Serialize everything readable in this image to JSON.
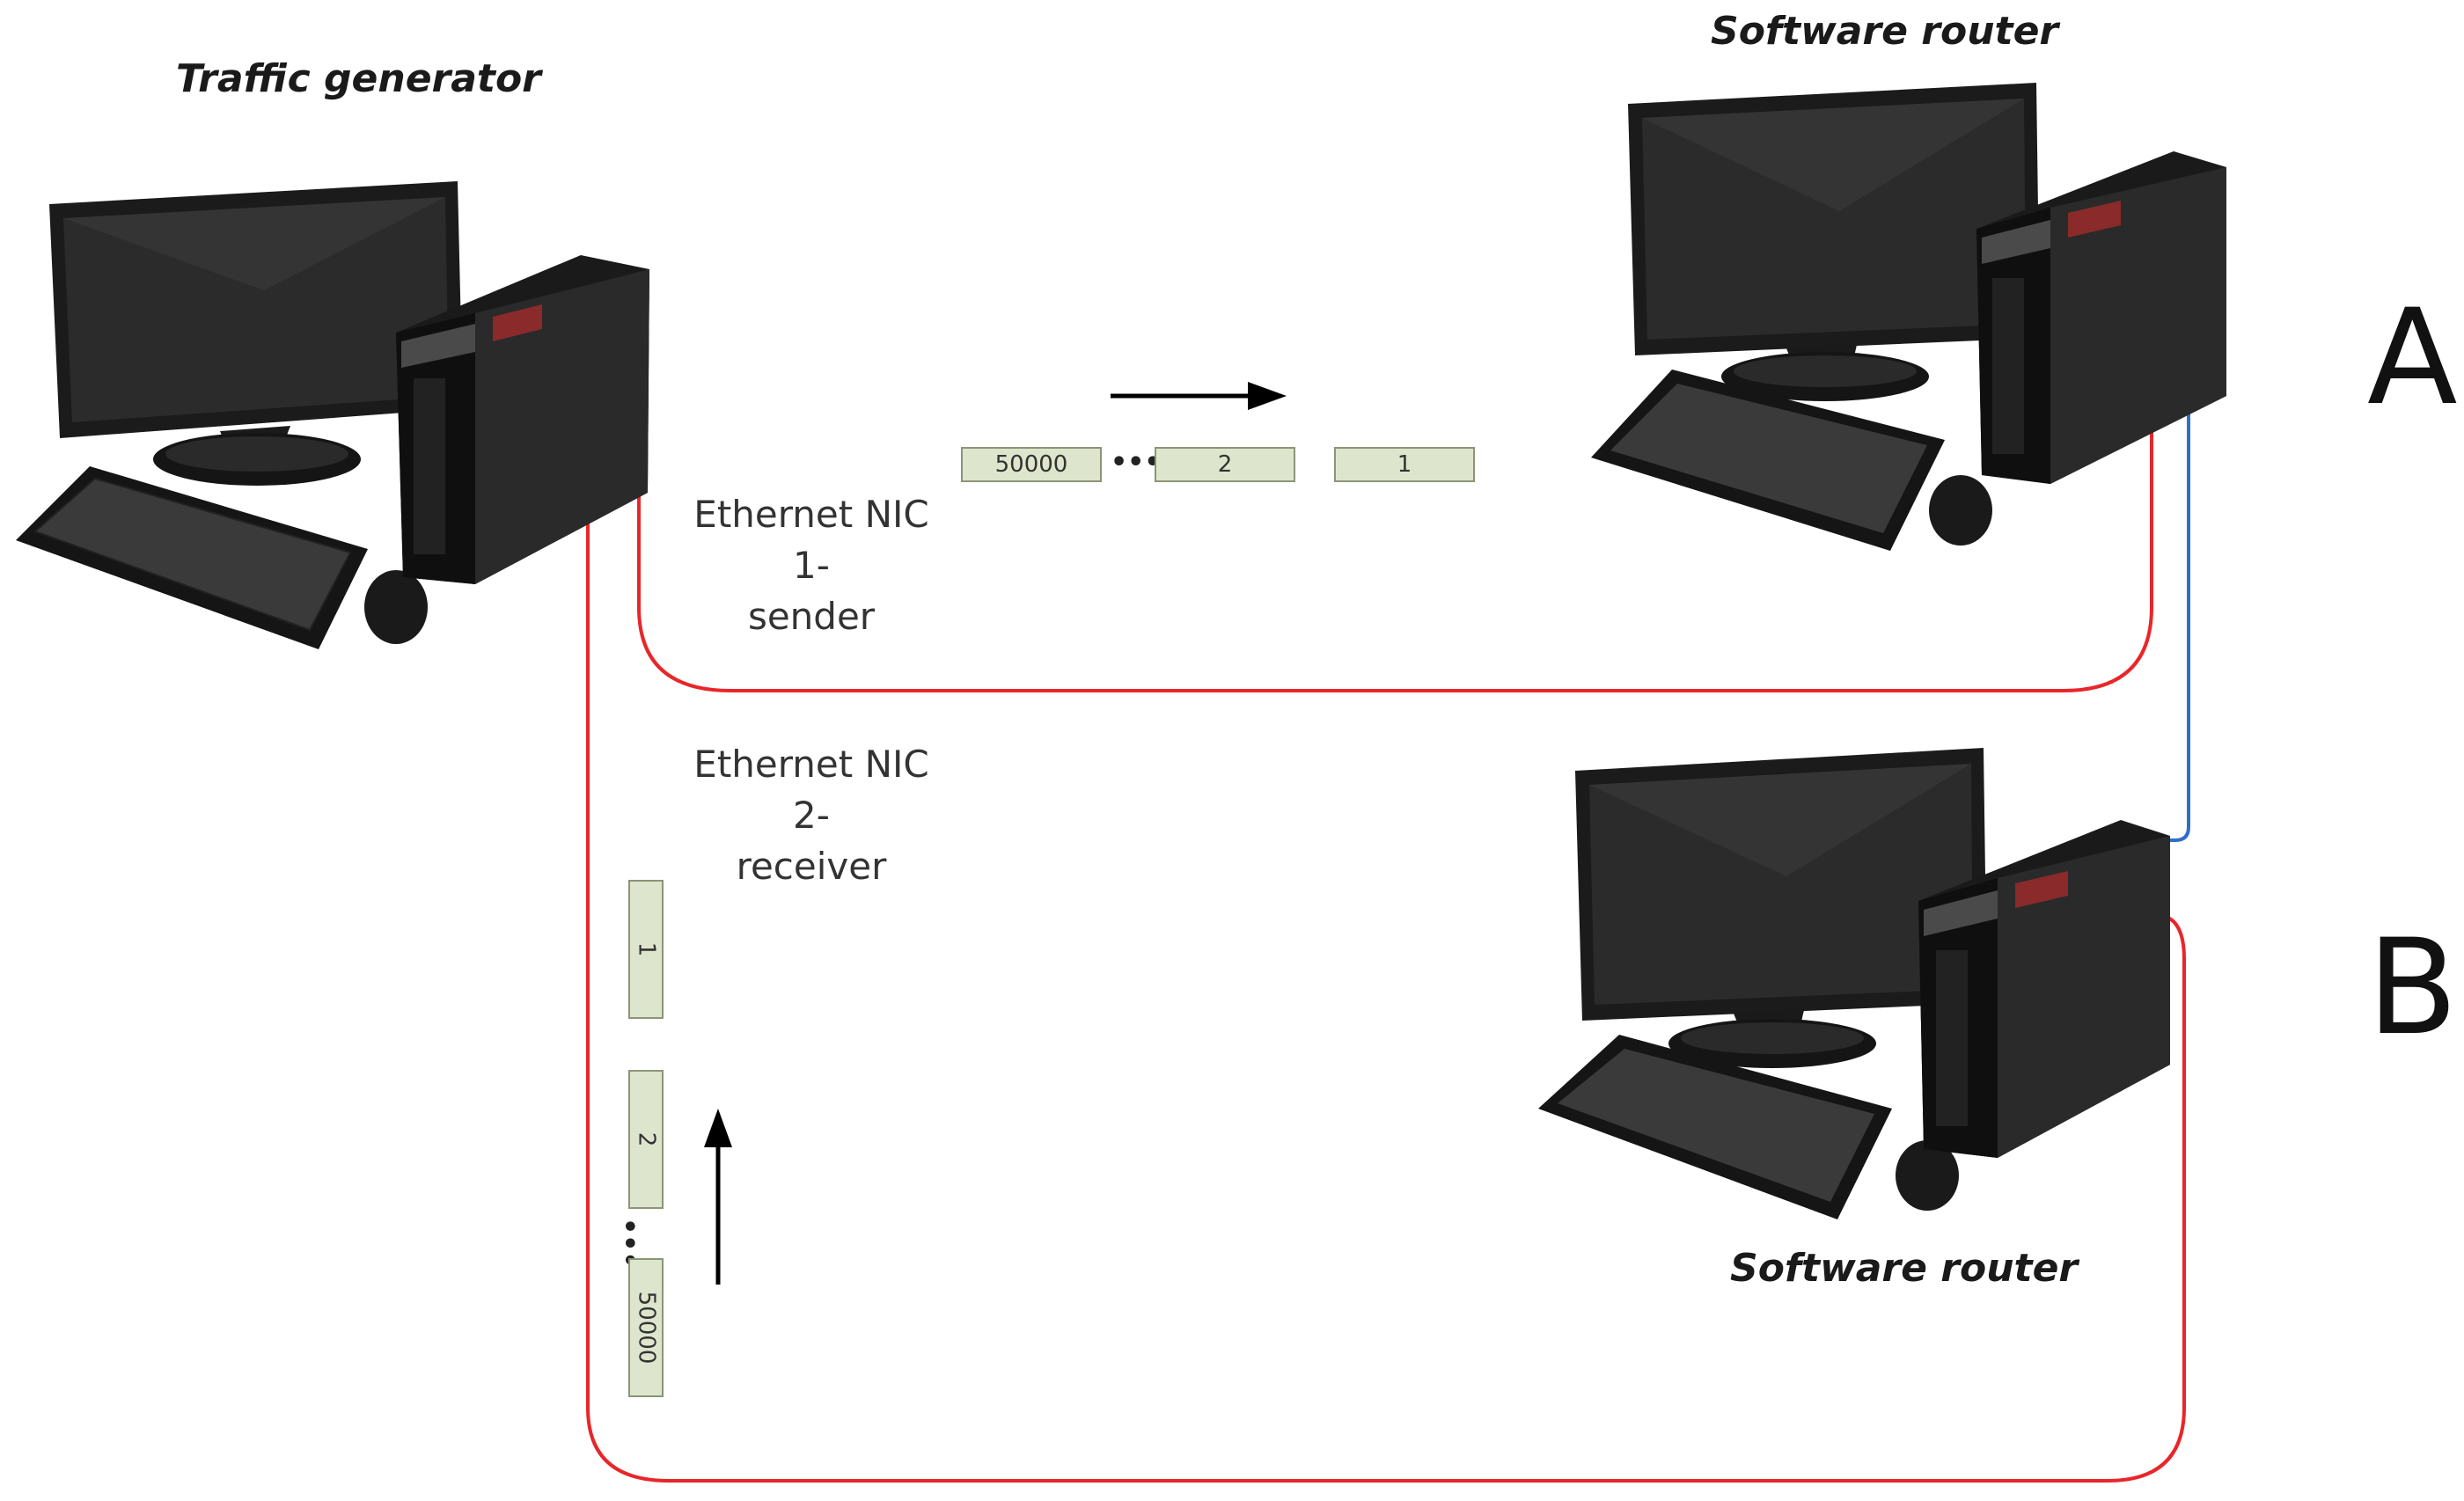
{
  "nodes": {
    "traffic_generator": {
      "title": "Traffic generator"
    },
    "router_a": {
      "title": "Software router",
      "letter": "A"
    },
    "router_b": {
      "title": "Software router",
      "letter": "B"
    }
  },
  "links": {
    "nic1": {
      "line1": "Ethernet NIC 1-",
      "line2": "sender"
    },
    "nic2": {
      "line1": "Ethernet NIC 2-",
      "line2": "receiver"
    }
  },
  "packets_out": [
    "50000",
    "2",
    "1"
  ],
  "packets_in": [
    "1",
    "2",
    "50000"
  ],
  "colors": {
    "outbound_cable": "#e8262a",
    "router_link": "#2f6fc9",
    "packet_fill": "#dde6cc"
  }
}
